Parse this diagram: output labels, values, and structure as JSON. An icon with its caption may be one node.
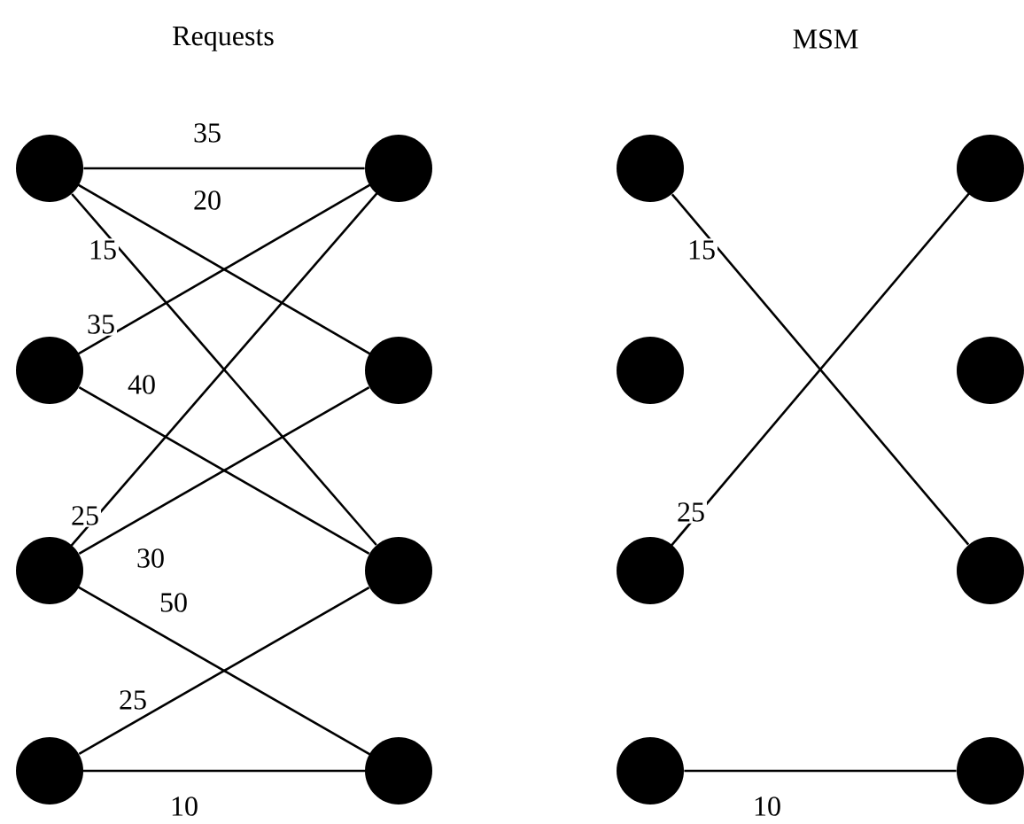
{
  "diagram": {
    "nodes": [
      {
        "text": [],
        "shape": "circle"
      },
      {
        "text": [],
        "shape": "circle"
      },
      {
        "text": [],
        "shape": "circle"
      },
      {
        "text": [],
        "shape": "circle"
      },
      {
        "text": [],
        "shape": "circle"
      },
      {
        "text": [],
        "shape": "circle"
      },
      {
        "text": [],
        "shape": "circle"
      },
      {
        "text": [],
        "shape": "circle"
      },
      {
        "text": [],
        "shape": "circle"
      },
      {
        "text": [],
        "shape": "circle"
      },
      {
        "text": [],
        "shape": "circle"
      },
      {
        "text": [],
        "shape": "circle"
      },
      {
        "text": [],
        "shape": "circle"
      },
      {
        "text": [],
        "shape": "circle"
      },
      {
        "text": [],
        "shape": "circle"
      },
      {
        "text": [],
        "shape": "circle"
      }
    ],
    "edges": [
      {
        "from": 0,
        "to": 4,
        "arrow": "none",
        "label": "35"
      },
      {
        "from": 0,
        "to": 5,
        "arrow": "none",
        "label": "20"
      },
      {
        "from": 0,
        "to": 6,
        "arrow": "none",
        "label": "15"
      },
      {
        "from": 1,
        "to": 4,
        "arrow": "none",
        "label": "35"
      },
      {
        "from": 1,
        "to": 6,
        "arrow": "none",
        "label": "40"
      },
      {
        "from": 2,
        "to": 4,
        "arrow": "none",
        "label": "25"
      },
      {
        "from": 2,
        "to": 5,
        "arrow": "none",
        "label": "30"
      },
      {
        "from": 2,
        "to": 7,
        "arrow": "none",
        "label": "50"
      },
      {
        "from": 3,
        "to": 6,
        "arrow": "none",
        "label": "25"
      },
      {
        "from": 3,
        "to": 7,
        "arrow": "none",
        "label": "10"
      },
      {
        "from": 8,
        "to": 14,
        "arrow": "none",
        "label": "15"
      },
      {
        "from": 10,
        "to": 12,
        "arrow": "none",
        "label": "25"
      },
      {
        "from": 11,
        "to": 15,
        "arrow": "none",
        "label": "10"
      }
    ],
    "labels": [
      "Requests",
      "MSM"
    ]
  }
}
